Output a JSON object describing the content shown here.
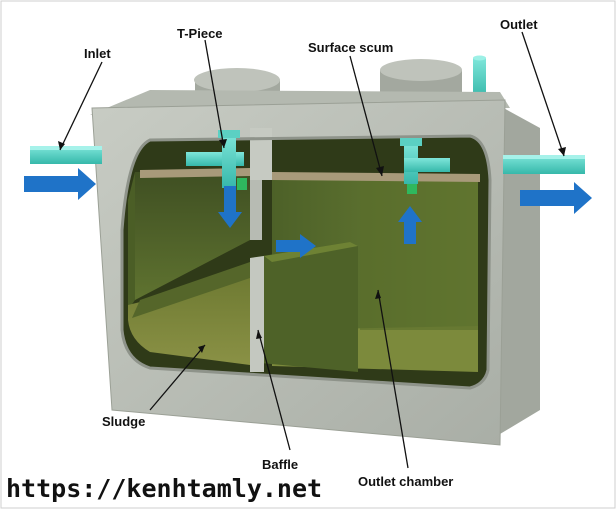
{
  "labels": {
    "inlet": "Inlet",
    "t_piece": "T-Piece",
    "surface_scum": "Surface scum",
    "outlet": "Outlet",
    "sludge": "Sludge",
    "baffle": "Baffle",
    "outlet_chamber": "Outlet chamber"
  },
  "watermark": "https://kenhtamly.net",
  "colors": {
    "concrete": "#b9beb6",
    "concrete_dark": "#8f948c",
    "liquid": "#56692e",
    "sludge": "#6d7a35",
    "pipe": "#55d6c8",
    "arrow": "#1f73c8",
    "scum": "#a89a7a"
  }
}
